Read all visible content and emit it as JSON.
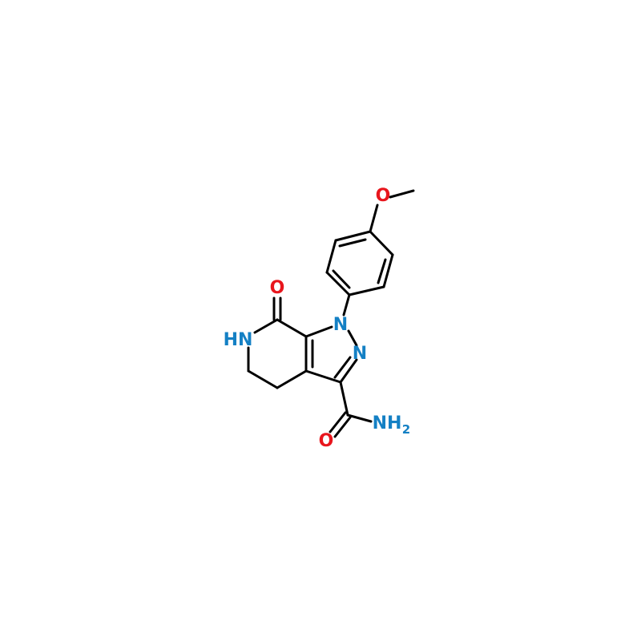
{
  "colors": {
    "background": "#ffffff",
    "bond": "#000000",
    "oxygen": "#e8161d",
    "nitrogen": "#1480c4"
  },
  "atoms": {
    "methoxy_oxygen": "O",
    "carbonyl_oxygen": "O",
    "amide_oxygen": "O",
    "lactam_nh": "HN",
    "pyrazole_n1": "N",
    "pyrazole_n2": "N",
    "amide_nh": "NH",
    "amide_nh_subscript": "2"
  }
}
